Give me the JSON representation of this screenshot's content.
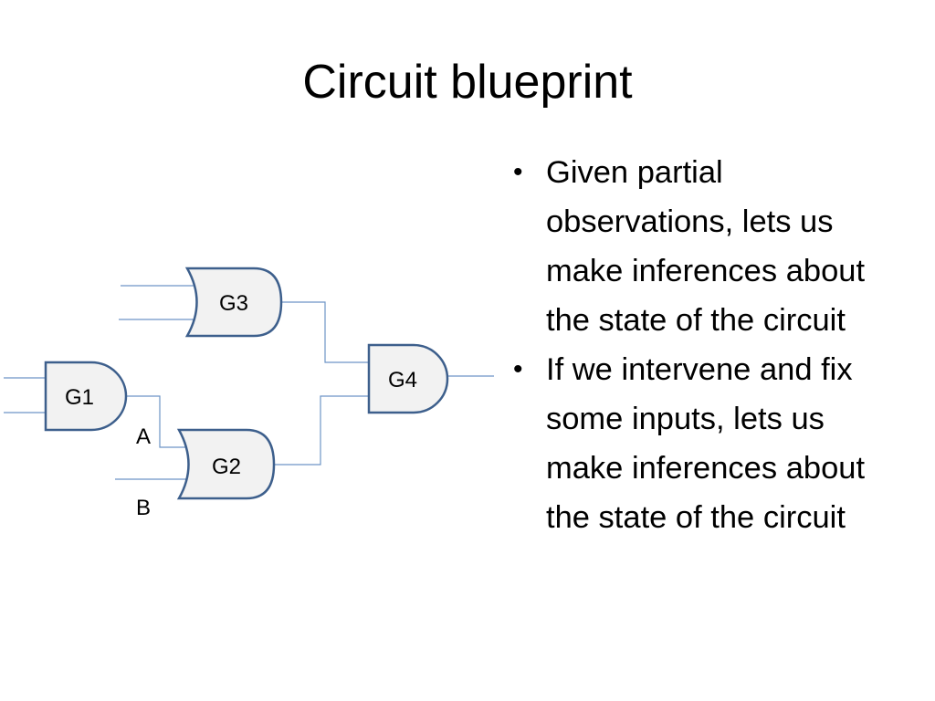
{
  "slide": {
    "title": "Circuit blueprint"
  },
  "diagram": {
    "gates": [
      {
        "id": "G1",
        "label": "G1",
        "kind": "AND"
      },
      {
        "id": "G2",
        "label": "G2",
        "kind": "OR"
      },
      {
        "id": "G3",
        "label": "G3",
        "kind": "OR"
      },
      {
        "id": "G4",
        "label": "G4",
        "kind": "AND"
      }
    ],
    "wire_labels": {
      "a": "A",
      "b": "B"
    },
    "colors": {
      "gate_fill": "#f2f2f2",
      "gate_stroke": "#3d5f8c",
      "wire": "#6d95c6"
    }
  },
  "bullets": [
    {
      "marker": "•",
      "text": "Given partial observations, lets us make inferences about the state of the circuit"
    },
    {
      "marker": "•",
      "text": "If we intervene and fix some inputs, lets us make inferences about the state of the circuit"
    }
  ]
}
